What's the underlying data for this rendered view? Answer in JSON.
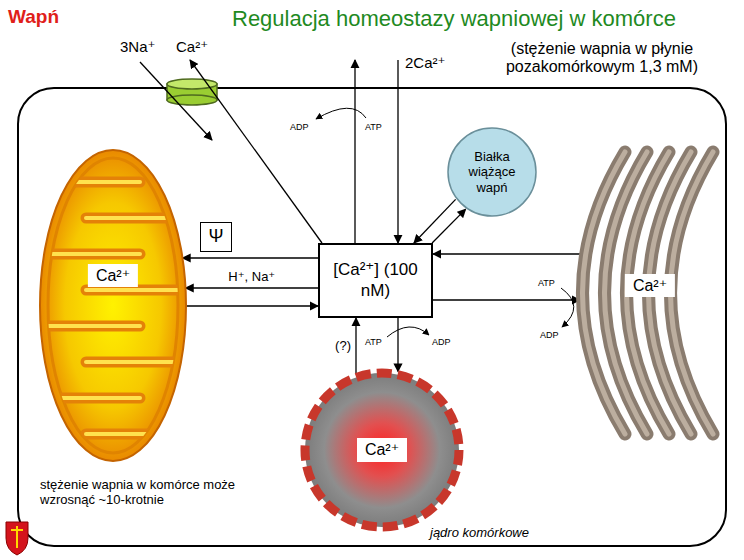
{
  "diagram": {
    "title": "Regulacja homeostazy wapniowej w komórce",
    "nodes": [
      {
        "text": [
          "Ca²⁺"
        ]
      },
      {
        "text": [
          "Ψ"
        ]
      },
      {
        "text": [
          "[Ca²⁺] (100 nM)"
        ]
      },
      {
        "text": [
          "Białka wiążące wapń"
        ]
      },
      {
        "text": [
          "Ca²⁺"
        ]
      },
      {
        "text": [
          "Ca²⁺"
        ]
      }
    ],
    "edges": [
      {
        "from": 2,
        "to": 0,
        "arrow": "to"
      },
      {
        "from": 2,
        "to": 0,
        "label": "H⁺, Na⁺",
        "arrow": "to"
      },
      {
        "from": 0,
        "to": 2,
        "arrow": "to"
      },
      {
        "from": 2,
        "to": 3,
        "arrow": "to"
      },
      {
        "from": 3,
        "to": 2,
        "arrow": "to"
      },
      {
        "from": 4,
        "to": 2,
        "arrow": "to"
      },
      {
        "from": 2,
        "to": 4,
        "arrow": "to"
      },
      {
        "from": 2,
        "to": 5,
        "arrow": "to"
      },
      {
        "from": 5,
        "to": 2,
        "label": "(?)",
        "arrow": "to"
      }
    ],
    "labels": [
      "Wapń",
      "3Na⁺",
      "Ca²⁺",
      "2Ca²⁺",
      "(stężenie wapnia w płynie pozakomórkowym 1,3 mM)",
      "ADP",
      "ATP",
      "ATP",
      "ADP",
      "ATP",
      "ADP",
      "stężenie wapnia w komórce może wzrosnąć ~10-krotnie",
      "jądro komórkowe"
    ]
  }
}
